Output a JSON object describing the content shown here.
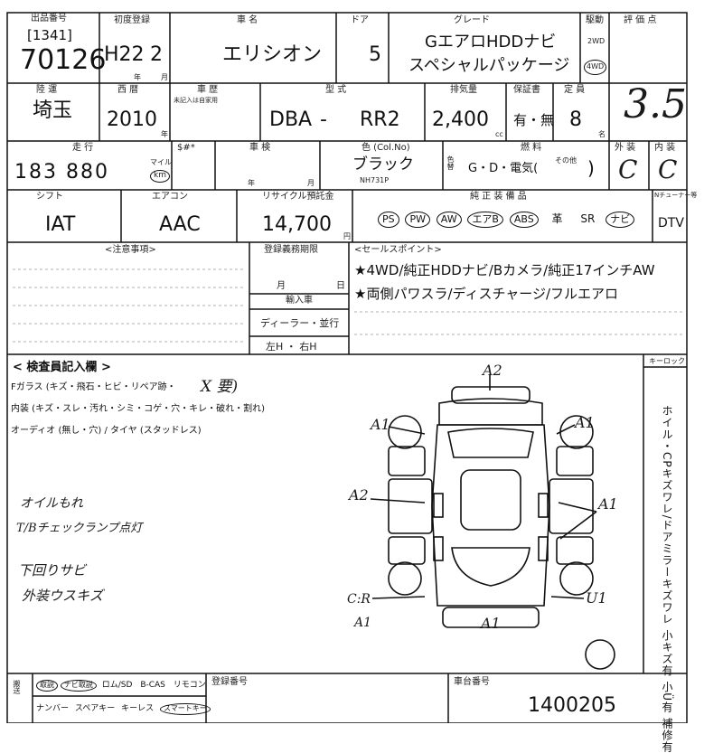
{
  "header": {
    "top_label_left": "出品番号",
    "first_reg_label": "初度登録",
    "model_label": "車 名",
    "door_label": "ドア",
    "grade_label": "グレード",
    "drive_label": "駆動",
    "score_label": "評 価 点",
    "lot_code": "[1341]",
    "lot_number": "70126",
    "first_reg_era": "H22",
    "first_reg_month": "2",
    "year_unit": "年",
    "month_unit": "月",
    "model_name": "エリシオン",
    "doors": "5",
    "grade_line1": "GエアロHDDナビ",
    "grade_line2": "スペシャルパッケージ",
    "drive_2wd": "2WD",
    "drive_4wd": "4WD",
    "score": "3.5"
  },
  "row2": {
    "region_label": "陸 運",
    "year_label": "西 暦",
    "body_label": "車 歴",
    "body_sub": "未記入は自家用",
    "model_type_label": "型 式",
    "cc_label": "排気量",
    "warranty_label": "保証書",
    "seats_label": "定 員",
    "region": "埼玉",
    "year": "2010",
    "year_unit": "年",
    "type_prefix": "DBA",
    "type_dash": "-",
    "type_code": "RR2",
    "displacement": "2,400",
    "cc_unit": "cc",
    "warranty": "有・無",
    "seats": "8",
    "seats_unit": "名"
  },
  "row3": {
    "mileage_label": "走 行",
    "unit_label": "$#*",
    "inspection_label": "車 検",
    "color_label": "色 (Col.No)",
    "fuel_label": "燃 料",
    "exterior_label": "外 装",
    "interior_label": "内 装",
    "mileage": "183 880",
    "mileage_unit_top": "マイル",
    "mileage_unit_km": "km",
    "insp_year_unit": "年",
    "insp_month_unit": "月",
    "color": "ブラック",
    "color_code": "NH731P",
    "color_change_label": "色替",
    "fuel": "G・D・電気(",
    "fuel_close": ")",
    "fuel_other": "その他",
    "exterior_score": "C",
    "interior_score": "C"
  },
  "row4": {
    "shift_label": "シフト",
    "aircon_label": "エアコン",
    "recycle_label": "リサイクル預託金",
    "equipment_label": "純 正 装 備 品",
    "tv_label": "Nチューナー等",
    "shift": "IAT",
    "aircon": "AAC",
    "recycle": "14,700",
    "yen": "円",
    "equipment": [
      "PS",
      "PW",
      "AW",
      "エアB",
      "ABS",
      "革",
      "SR",
      "ナビ"
    ],
    "equipment_circled": [
      true,
      true,
      true,
      true,
      true,
      false,
      false,
      true
    ],
    "tv": "DTV"
  },
  "row5": {
    "notes_label": "<注意事項>",
    "reg_deadline_label": "登録義務期限",
    "reg_month": "月",
    "reg_day": "日",
    "import_label": "輸入車",
    "dealer": "ディーラー・並行",
    "handle": "左H ・ 右H",
    "sales_label": "<セールスポイント>",
    "sales_point1": "★4WD/純正HDDナビ/Bカメラ/純正17インチAW",
    "sales_point2": "★両側パワスラ/ディスチャージ/フルエアロ"
  },
  "inspection": {
    "title": "< 検査員記入欄 >",
    "keylock_label": "キーロック",
    "glass": "Fガラス (キズ・飛石・ヒビ・リペア跡・",
    "glass_mark": "X 要)",
    "interior": "内装 (キズ・スレ・汚れ・シミ・コゲ・穴・キレ・破れ・割れ)",
    "audio": "オーディオ (無し・穴) / タイヤ (スタッドレス)",
    "note1": "オイルもれ",
    "note2": "T/Bチェックランプ点灯",
    "note3": "下回りサビ",
    "note4": "外装ウスキズ",
    "vertical_note": "ホイル・CPキズワレ/ドアミラーキズワレ 小キズ有 小Ü有 補修有",
    "marks": [
      "A2",
      "A1",
      "A1",
      "A2",
      "A1",
      "C:R",
      "A1",
      "A1",
      "U1"
    ]
  },
  "footer": {
    "delivery_label": "搬送",
    "items_row1": [
      "取説",
      "ナビ取説",
      "ロム/SD",
      "B-CAS",
      "リモコン"
    ],
    "items_row2": [
      "ナンバー",
      "スペアキー",
      "キーレス",
      "スマートキー"
    ],
    "reg_number_label": "登録番号",
    "chassis_label": "車台番号",
    "chassis_number": "1400205"
  }
}
